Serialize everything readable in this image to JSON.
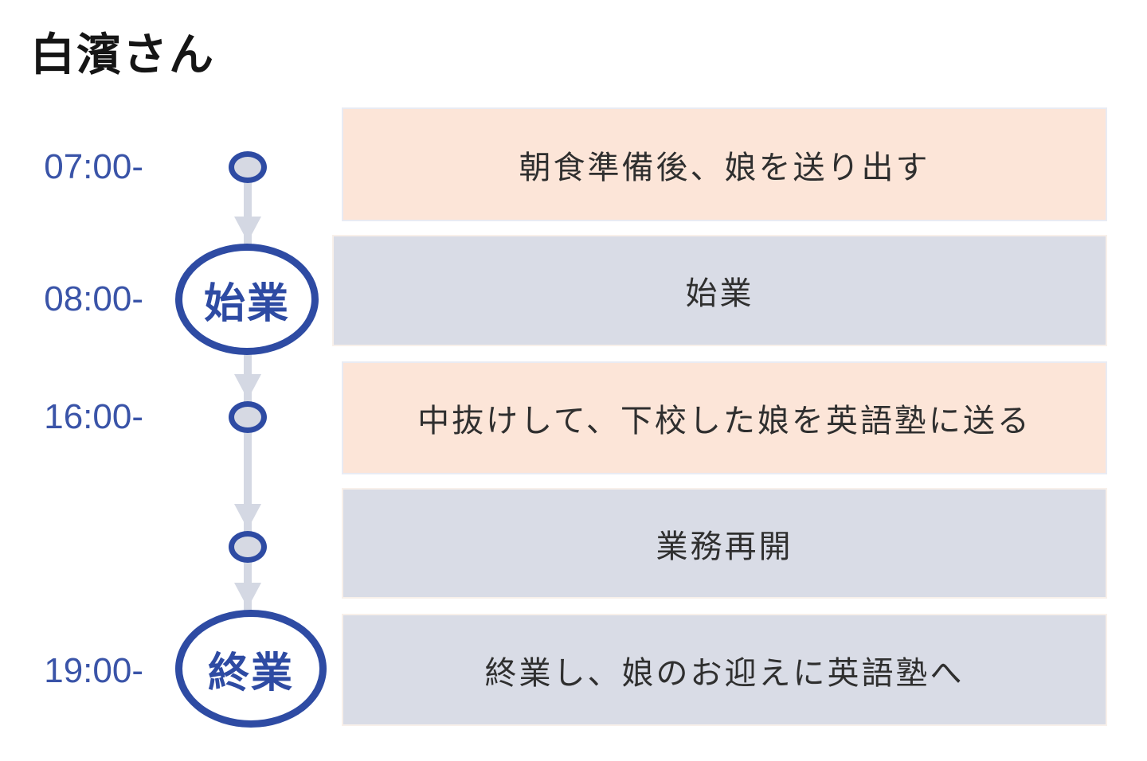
{
  "title": "白濱さん",
  "colors": {
    "accent_blue": "#2e4ba3",
    "time_text_blue": "#3a54a8",
    "peach_box": "#fce5d8",
    "gray_box": "#d9dce6",
    "arrow_gray": "#d4d8e3",
    "box_text": "#2f2f2f"
  },
  "rows": [
    {
      "time": "07:00-",
      "node": "dot",
      "node_label": "",
      "box_text": "朝食準備後、娘を送り出す",
      "box_style": "peach"
    },
    {
      "time": "08:00-",
      "node": "circle",
      "node_label": "始業",
      "box_text": "始業",
      "box_style": "gray"
    },
    {
      "time": "16:00-",
      "node": "dot",
      "node_label": "",
      "box_text": "中抜けして、下校した娘を英語塾に送る",
      "box_style": "peach"
    },
    {
      "time": "",
      "node": "dot",
      "node_label": "",
      "box_text": "業務再開",
      "box_style": "gray"
    },
    {
      "time": "19:00-",
      "node": "circle",
      "node_label": "終業",
      "box_text": "終業し、娘のお迎えに英語塾へ",
      "box_style": "gray"
    }
  ]
}
